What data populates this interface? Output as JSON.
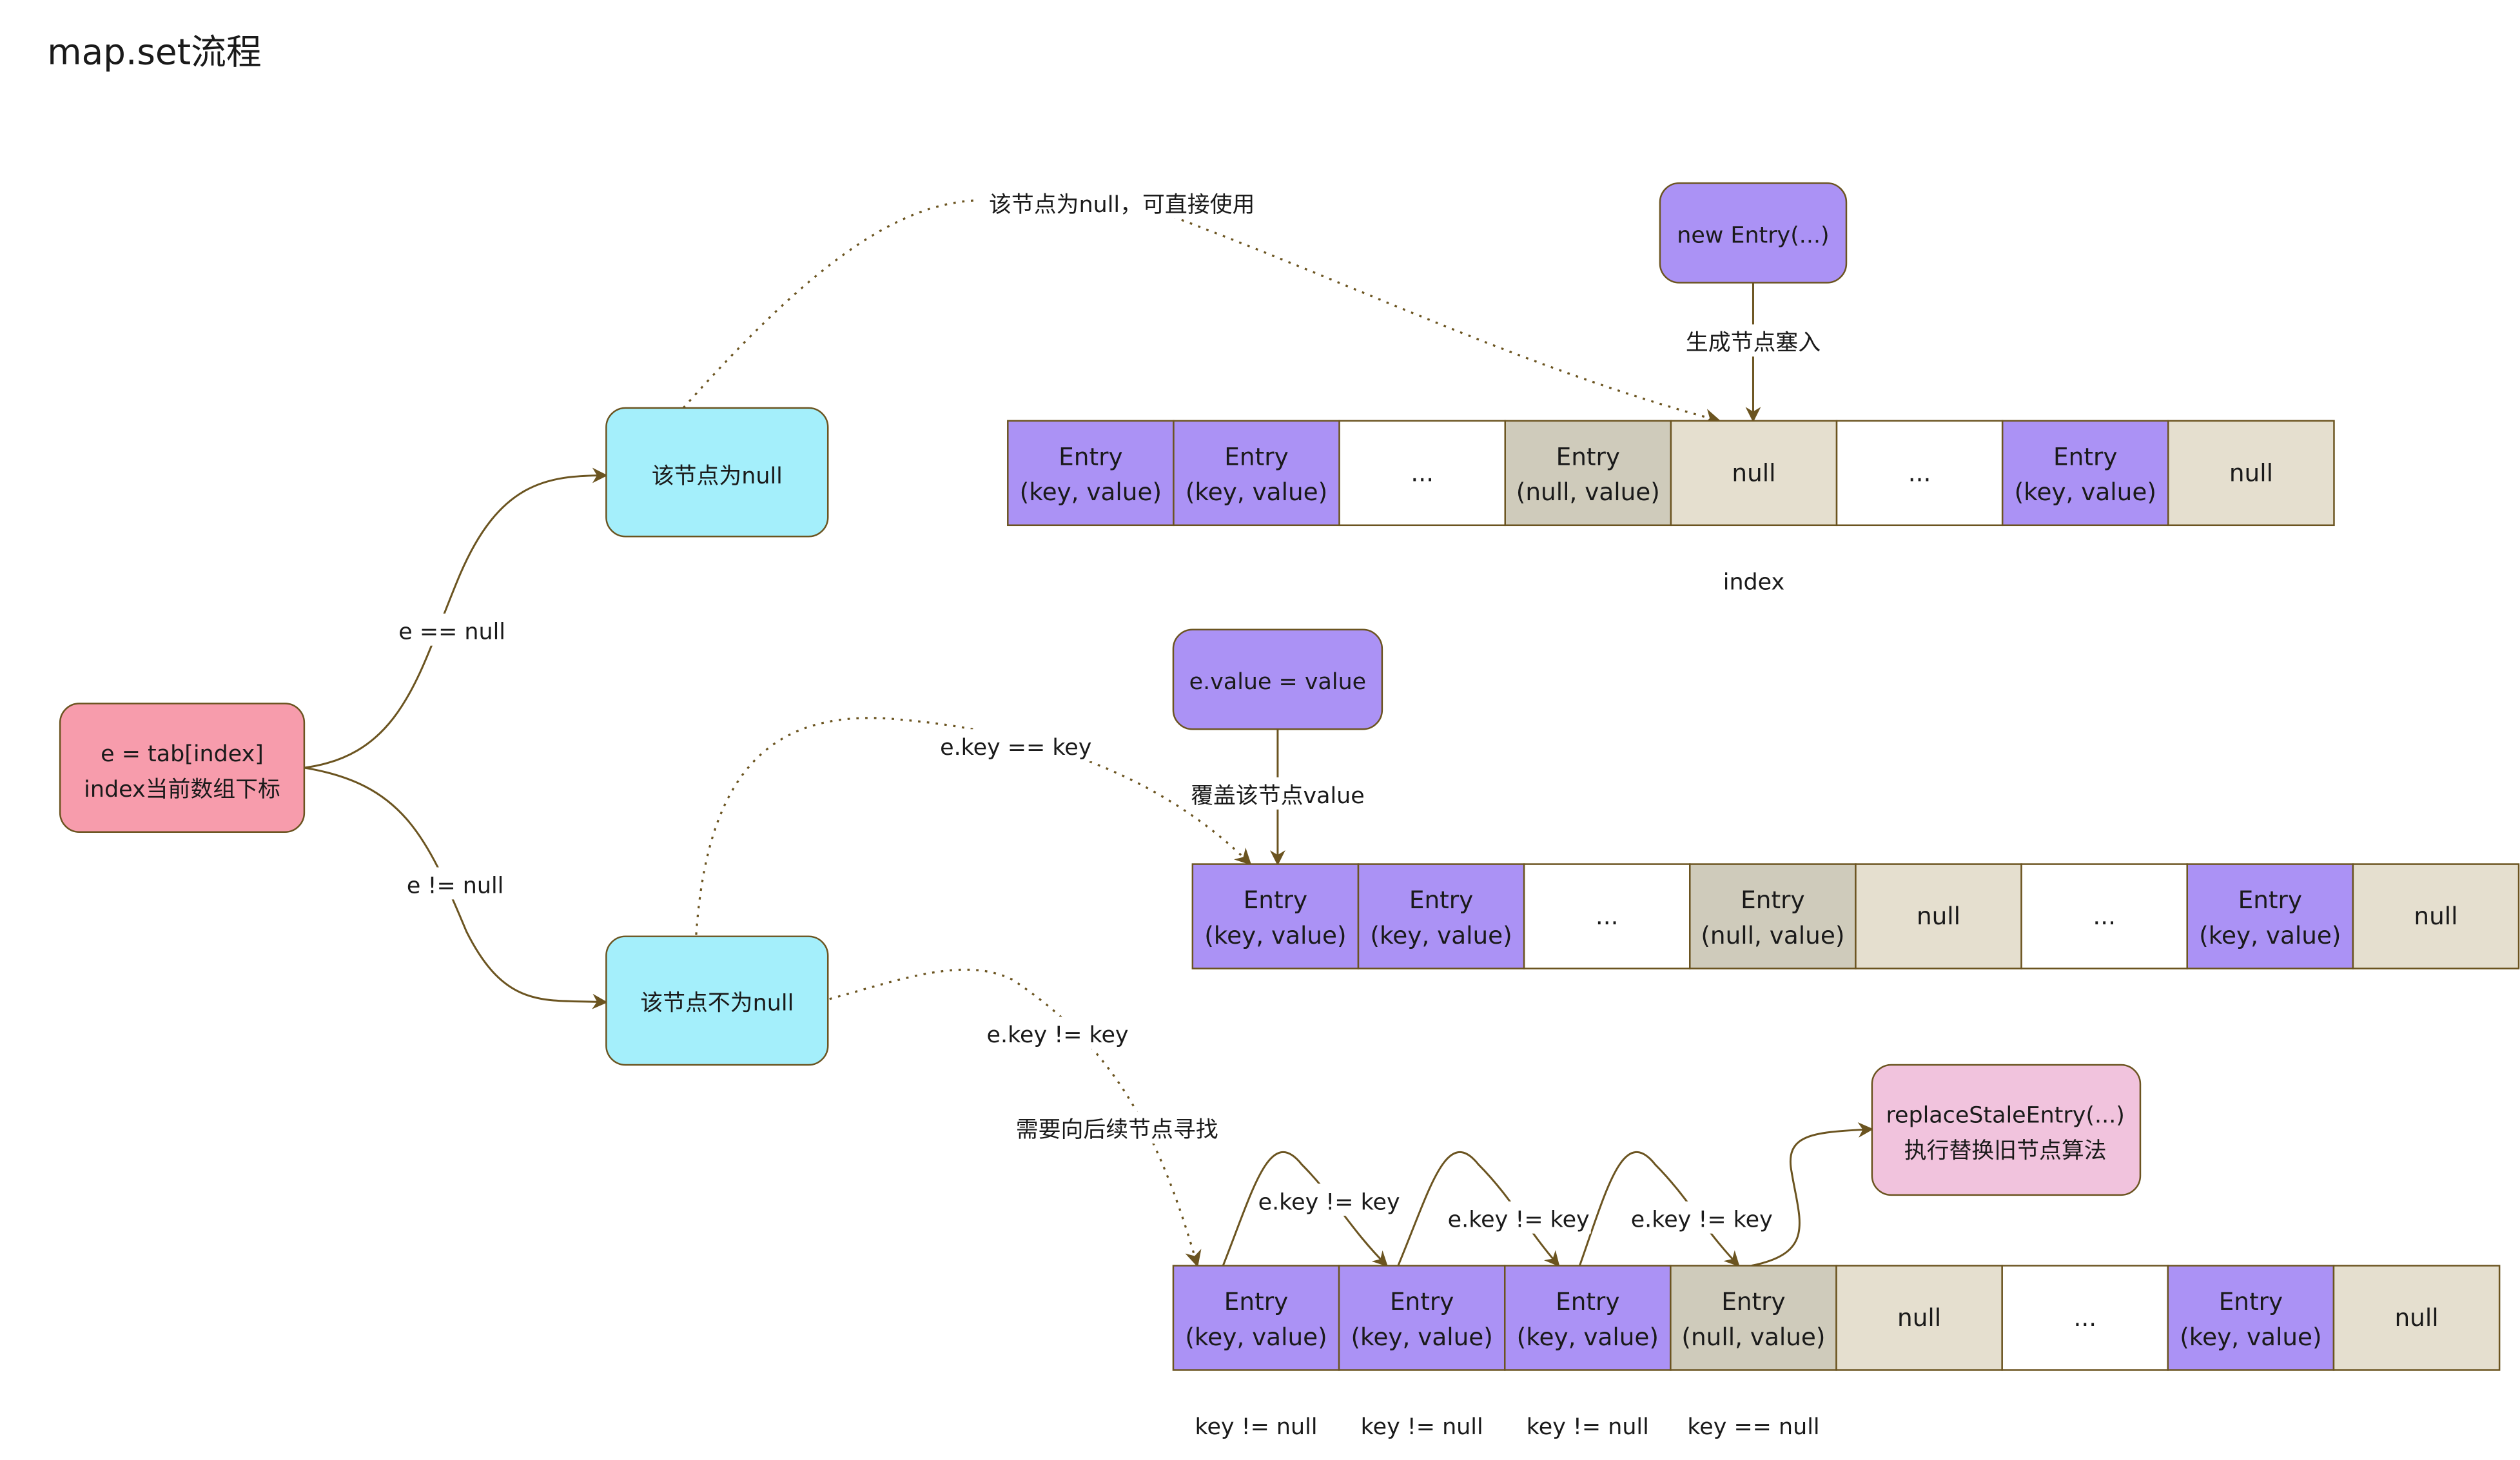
{
  "title": "map.set流程",
  "colors": {
    "entry": "#ab92f5",
    "stale": "#cfcbbb",
    "null": "#e5dfcf",
    "empty": "#ffffff",
    "root": "#f79cac",
    "branch": "#a4effb",
    "action": "#ab92f5",
    "replace": "#f1c3dd",
    "line": "#6b5420"
  },
  "nodes": {
    "root": [
      "e = tab[index]",
      "index当前数组下标"
    ],
    "is_null": "该节点为null",
    "not_null": "该节点不为null",
    "new_entry": "new Entry(...)",
    "set_value": "e.value = value",
    "replace": [
      "replaceStaleEntry(...)",
      "执行替换旧节点算法"
    ]
  },
  "edge_labels": {
    "e_eq_null": "e == null",
    "e_ne_null": "e != null",
    "use_directly": "该节点为null，可直接使用",
    "insert": "生成节点塞入",
    "key_eq": "e.key == key",
    "overwrite": "覆盖该节点value",
    "key_ne": "e.key != key",
    "search_next": "需要向后续节点寻找",
    "hop": "e.key != key"
  },
  "arrays": [
    {
      "cells": [
        {
          "type": "entry",
          "lines": [
            "Entry",
            "(key, value)"
          ]
        },
        {
          "type": "entry",
          "lines": [
            "Entry",
            "(key, value)"
          ]
        },
        {
          "type": "empty",
          "lines": [
            "..."
          ]
        },
        {
          "type": "stale",
          "lines": [
            "Entry",
            "(null, value)"
          ]
        },
        {
          "type": "null",
          "lines": [
            "null"
          ]
        },
        {
          "type": "empty",
          "lines": [
            "..."
          ]
        },
        {
          "type": "entry",
          "lines": [
            "Entry",
            "(key, value)"
          ]
        },
        {
          "type": "null",
          "lines": [
            "null"
          ]
        }
      ],
      "below": [
        {
          "col": 4,
          "text": "index"
        }
      ]
    },
    {
      "cells": [
        {
          "type": "entry",
          "lines": [
            "Entry",
            "(key, value)"
          ]
        },
        {
          "type": "entry",
          "lines": [
            "Entry",
            "(key, value)"
          ]
        },
        {
          "type": "empty",
          "lines": [
            "..."
          ]
        },
        {
          "type": "stale",
          "lines": [
            "Entry",
            "(null, value)"
          ]
        },
        {
          "type": "null",
          "lines": [
            "null"
          ]
        },
        {
          "type": "empty",
          "lines": [
            "..."
          ]
        },
        {
          "type": "entry",
          "lines": [
            "Entry",
            "(key, value)"
          ]
        },
        {
          "type": "null",
          "lines": [
            "null"
          ]
        }
      ],
      "below": []
    },
    {
      "cells": [
        {
          "type": "entry",
          "lines": [
            "Entry",
            "(key, value)"
          ]
        },
        {
          "type": "entry",
          "lines": [
            "Entry",
            "(key, value)"
          ]
        },
        {
          "type": "entry",
          "lines": [
            "Entry",
            "(key, value)"
          ]
        },
        {
          "type": "stale",
          "lines": [
            "Entry",
            "(null, value)"
          ]
        },
        {
          "type": "null",
          "lines": [
            "null"
          ]
        },
        {
          "type": "empty",
          "lines": [
            "..."
          ]
        },
        {
          "type": "entry",
          "lines": [
            "Entry",
            "(key, value)"
          ]
        },
        {
          "type": "null",
          "lines": [
            "null"
          ]
        }
      ],
      "below": [
        {
          "col": 0,
          "text": "key != null"
        },
        {
          "col": 1,
          "text": "key != null"
        },
        {
          "col": 2,
          "text": "key != null"
        },
        {
          "col": 3,
          "text": "key == null"
        }
      ]
    }
  ]
}
